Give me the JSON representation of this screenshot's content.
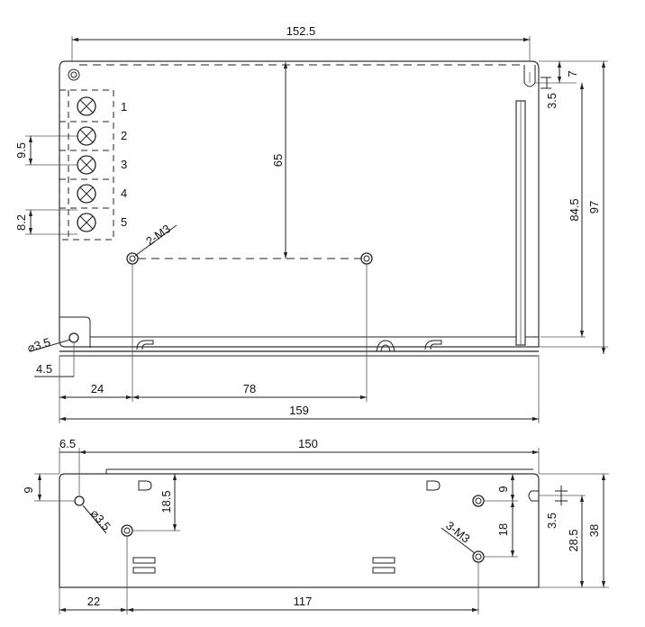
{
  "top_view": {
    "overall_width_top": "152.5",
    "overall_width_bottom": "159",
    "height_total": "97",
    "height_inner": "84.5",
    "slot_offset": "7",
    "slot_dia": "3.5",
    "hole_spacing_vertical": "65",
    "mount_label": "2-M3",
    "hole_spacing_horizontal": "78",
    "hole_left_offset": "24",
    "hole_dia": "3.5",
    "hole_edge_offset": "4.5",
    "pitch_a": "9.5",
    "pitch_b": "8.2",
    "terminals": [
      "1",
      "2",
      "3",
      "4",
      "5"
    ]
  },
  "side_view": {
    "overall_width": "150",
    "left_offset": "6.5",
    "top_offset": "9",
    "hole_dia": "3.5",
    "hole_depth": "18.5",
    "right_top": "9",
    "right_spacing": "18",
    "mount_label": "3-M3",
    "slot_dia": "3.5",
    "slot_height": "28.5",
    "height_total": "38",
    "bottom_left": "22",
    "bottom_span": "117"
  }
}
